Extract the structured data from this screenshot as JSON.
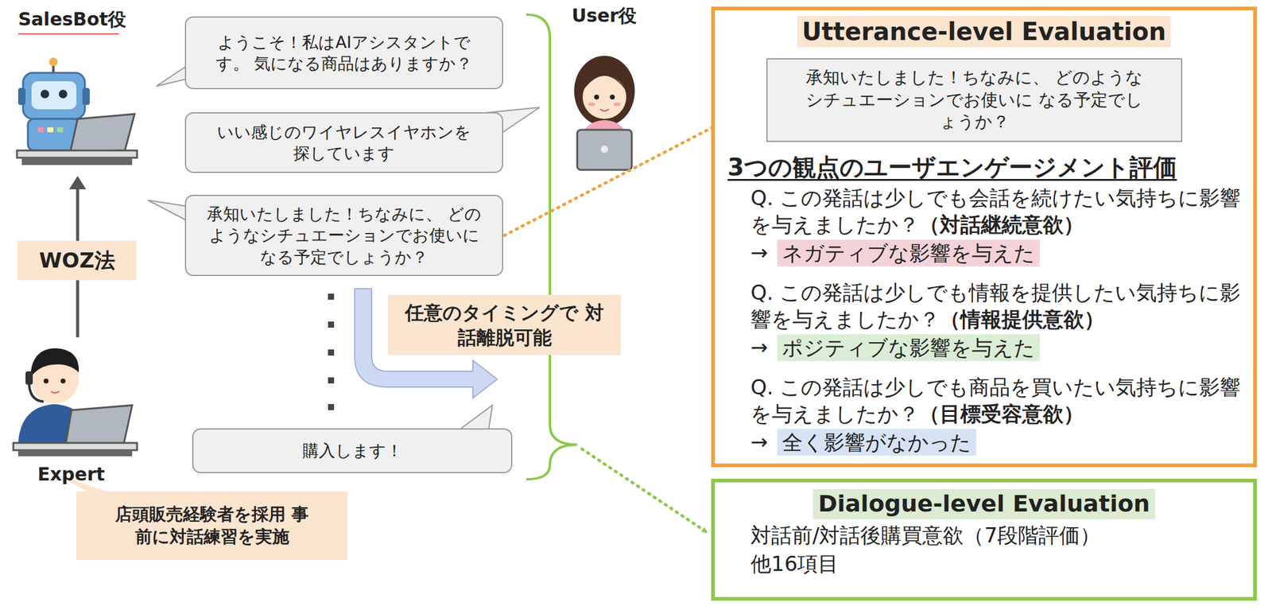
{
  "diagram": {
    "nodes": [
      {
        "text": [
          "ようこそ！私はAIアシスタントです。 気になる商品はありますか？"
        ]
      },
      {
        "text": [
          "いい感じのワイヤレスイヤホンを 探しています"
        ]
      },
      {
        "text": [
          "承知いたしました！ちなみに、 どのようなシチュエーションでお使いに なる予定でしょうか？"
        ]
      },
      {
        "text": [
          "購入します！"
        ]
      },
      {
        "text": [
          "WOZ法"
        ]
      },
      {
        "text": [
          "店頭販売経験者を採用 事前に対話練習を実施"
        ]
      },
      {
        "text": [
          "任意のタイミングで 対話離脱可能"
        ]
      },
      {
        "text": [
          "Utterance-level Evaluation",
          "3つの観点のユーザエンゲージメント評価",
          "Q. この発話は少しでも会話を続けたい気持ちに影響を与えましたか？",
          "（対話継続意欲）",
          "Q. この発話は少しでも情報を提供したい気持ちに影響を与えましたか？",
          "（情報提供意欲）",
          "Q. この発話は少しでも商品を買いたい気持ちに影響を与えましたか？",
          "（目標受容意欲）"
        ]
      },
      {
        "text": [
          "承知いたしました！ちなみに、 どのようなシチュエーションでお使いに なる予定でしょうか？"
        ],
        "in": 7
      },
      {
        "text": [
          "ネガティブな影響を与えた"
        ],
        "in": 7
      },
      {
        "text": [
          "ポジティブな影響を与えた"
        ],
        "in": 7
      },
      {
        "text": [
          "全く影響がなかった"
        ],
        "in": 7
      },
      {
        "text": [
          "Dialogue-level Evaluation",
          "対話前/対話後購買意欲（7段階評価）",
          "他16項目"
        ]
      }
    ],
    "edges": [
      {
        "from": 2,
        "to": 8,
        "arrow": "to"
      }
    ],
    "labels": [
      "SalesBot役",
      "User役",
      "Expert",
      "→",
      "→",
      "→"
    ]
  }
}
